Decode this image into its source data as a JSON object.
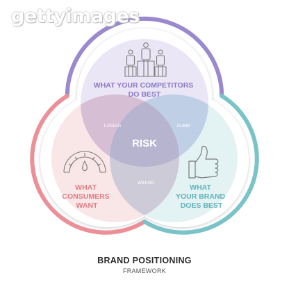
{
  "watermark": "gettyimages",
  "diagram": {
    "top_circle": {
      "lines": [
        "WHAT YOUR COMPETITORS",
        "DO BEST"
      ],
      "icon": "people-on-podium-icon",
      "color": "#9b89cf"
    },
    "left_circle": {
      "lines": [
        "WHAT",
        "CONSUMERS",
        "WANT"
      ],
      "icon": "gauge-icon",
      "color": "#ec8f96"
    },
    "right_circle": {
      "lines": [
        "WHAT",
        "YOUR BRAND",
        "DOES BEST"
      ],
      "icon": "thumbs-up-icon",
      "color": "#79c3c9"
    },
    "center_label": "RISK",
    "overlaps": {
      "left_top": "LOSING",
      "top_right": "DUMB",
      "left_right": "WINING"
    }
  },
  "footer": {
    "title": "BRAND POSITIONING",
    "subtitle": "FRAMEWORK"
  }
}
